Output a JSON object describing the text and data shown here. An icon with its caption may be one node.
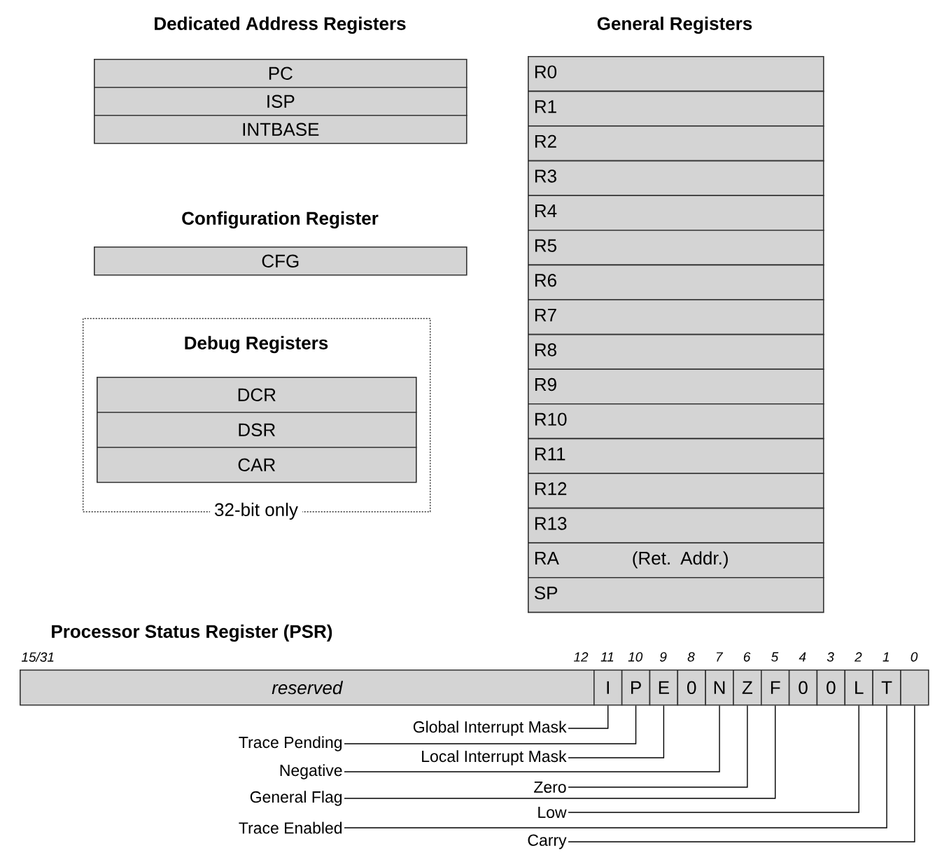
{
  "diagram": {
    "nodes": [
      {
        "text": [
          "PC"
        ]
      },
      {
        "text": [
          "ISP"
        ]
      },
      {
        "text": [
          "INTBASE"
        ]
      },
      {
        "text": [
          "CFG"
        ]
      },
      {
        "text": [
          "Debug Registers"
        ],
        "beside": [
          "32-bit only"
        ]
      },
      {
        "text": [
          "DCR"
        ],
        "in": 4
      },
      {
        "text": [
          "DSR"
        ],
        "in": 4
      },
      {
        "text": [
          "CAR"
        ],
        "in": 4
      },
      {
        "text": [
          "R0"
        ]
      },
      {
        "text": [
          "R1"
        ]
      },
      {
        "text": [
          "R2"
        ]
      },
      {
        "text": [
          "R3"
        ]
      },
      {
        "text": [
          "R4"
        ]
      },
      {
        "text": [
          "R5"
        ]
      },
      {
        "text": [
          "R6"
        ]
      },
      {
        "text": [
          "R7"
        ]
      },
      {
        "text": [
          "R8"
        ]
      },
      {
        "text": [
          "R9"
        ]
      },
      {
        "text": [
          "R10"
        ]
      },
      {
        "text": [
          "R11"
        ]
      },
      {
        "text": [
          "R12"
        ]
      },
      {
        "text": [
          "R13"
        ]
      },
      {
        "text": [
          "RA",
          "(Ret. Addr.)"
        ]
      },
      {
        "text": [
          "SP"
        ]
      },
      {
        "text": [
          "reserved"
        ]
      },
      {
        "text": [
          "I"
        ]
      },
      {
        "text": [
          "P"
        ]
      },
      {
        "text": [
          "E"
        ]
      },
      {
        "text": [
          "0"
        ]
      },
      {
        "text": [
          "N"
        ]
      },
      {
        "text": [
          "Z"
        ]
      },
      {
        "text": [
          "F"
        ]
      },
      {
        "text": [
          "0"
        ]
      },
      {
        "text": [
          "0"
        ]
      },
      {
        "text": [
          "L"
        ]
      },
      {
        "text": [
          "T"
        ]
      },
      {
        "text": [],
        "shape": "box"
      },
      {
        "text": [
          "Global Interrupt Mask"
        ]
      },
      {
        "text": [
          "Trace Pending"
        ]
      },
      {
        "text": [
          "Local Interrupt Mask"
        ]
      },
      {
        "text": [
          "Negative"
        ]
      },
      {
        "text": [
          "Zero"
        ]
      },
      {
        "text": [
          "General Flag"
        ]
      },
      {
        "text": [
          "Low"
        ]
      },
      {
        "text": [
          "Trace Enabled"
        ]
      },
      {
        "text": [
          "Carry"
        ]
      }
    ],
    "edges": [
      {
        "from": 37,
        "to": 25,
        "arrow": "none"
      },
      {
        "from": 38,
        "to": 26,
        "arrow": "none"
      },
      {
        "from": 39,
        "to": 27,
        "arrow": "none"
      },
      {
        "from": 40,
        "to": 29,
        "arrow": "none"
      },
      {
        "from": 41,
        "to": 30,
        "arrow": "none"
      },
      {
        "from": 42,
        "to": 31,
        "arrow": "none"
      },
      {
        "from": 43,
        "to": 34,
        "arrow": "none"
      },
      {
        "from": 44,
        "to": 35,
        "arrow": "none"
      },
      {
        "from": 45,
        "to": 36,
        "arrow": "none"
      }
    ],
    "labels": [
      "Dedicated Address Registers",
      "General Registers",
      "Configuration Register",
      "Processor Status Register (PSR)",
      "15/31",
      "12",
      "11",
      "10",
      "9",
      "8",
      "7",
      "6",
      "5",
      "4",
      "3",
      "2",
      "1",
      "0"
    ]
  }
}
